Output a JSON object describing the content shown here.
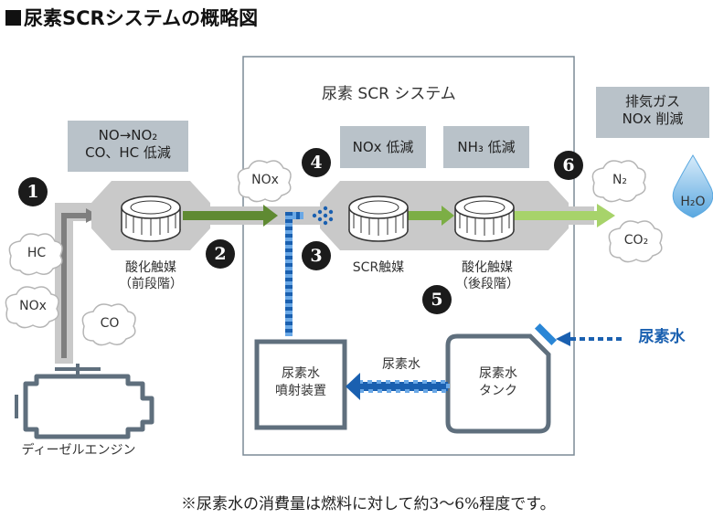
{
  "title": "尿素SCRシステムの概略図",
  "system_label": "尿素 SCR システム",
  "box_no_no2": [
    "NO→NO₂",
    "CO、HC 低減"
  ],
  "box_nox_reduce": "NOx 低減",
  "box_nh3_reduce": "NH₃ 低減",
  "box_exhaust": [
    "排気ガス",
    "NOx 削減"
  ],
  "gas_left": [
    "HC",
    "NOx",
    "CO"
  ],
  "gas_mid": "NOx",
  "gas_right": [
    "N₂",
    "CO₂"
  ],
  "water": "H₂O",
  "oxcat_front": [
    "酸化触媒",
    "（前段階）"
  ],
  "scr_cat": "SCR触媒",
  "oxcat_rear": [
    "酸化触媒",
    "（後段階）"
  ],
  "injector": [
    "尿素水",
    "噴射装置"
  ],
  "tank": [
    "尿素水",
    "タンク"
  ],
  "urea_flow": "尿素水",
  "urea_input": "尿素水",
  "engine": "ディーゼルエンジン",
  "badges": [
    "1",
    "2",
    "3",
    "4",
    "5",
    "6"
  ],
  "footnote": "※尿素水の消費量は燃料に対して約3～6%程度です。",
  "colors": {
    "pipe": "#c9c9c9",
    "green_dark": "#5f8a32",
    "green_light": "#a7d36a",
    "blue": "#1a60b0",
    "box": "#b9c2c9",
    "frame": "#7c8a95"
  }
}
